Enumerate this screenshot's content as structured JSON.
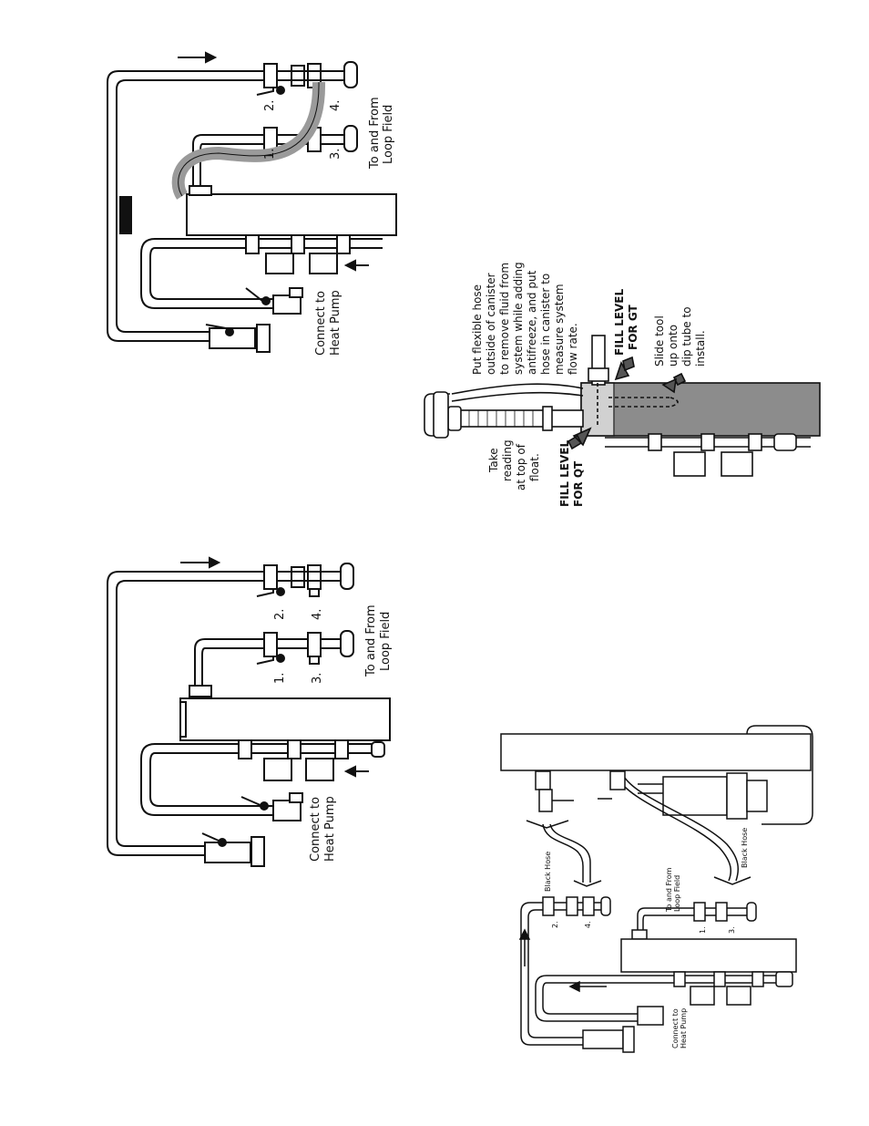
{
  "figures": {
    "top": {
      "labels": {
        "valve2": "2.",
        "valve4": "4.",
        "valve1": "1.",
        "valve3": "3.",
        "loop_field_l1": "To and From",
        "loop_field_l2": "Loop Field",
        "heat_pump_l1": "Connect to",
        "heat_pump_l2": "Heat Pump"
      }
    },
    "middle": {
      "labels": {
        "valve2": "2.",
        "valve4": "4.",
        "valve1": "1.",
        "valve3": "3.",
        "loop_field_l1": "To and From",
        "loop_field_l2": "Loop Field",
        "heat_pump_l1": "Connect to",
        "heat_pump_l2": "Heat Pump"
      }
    },
    "canister": {
      "labels": {
        "hose_note": [
          "Put flexible hose",
          "outside of canister",
          "to remove fluid from",
          "system while adding",
          "antifreeze, and put",
          "hose in canister to",
          "measure system",
          "flow rate."
        ],
        "fill_gt": [
          "FILL LEVEL",
          "FOR GT"
        ],
        "fill_qt": [
          "FILL LEVEL",
          "FOR QT"
        ],
        "reading_note": [
          "Take",
          "reading",
          "at top of",
          "float."
        ],
        "slide_note": [
          "Slide tool",
          "up onto",
          "dip tube to",
          "install."
        ]
      }
    },
    "bottom": {
      "labels": {
        "black_hose_1": "Black Hose",
        "black_hose_2": "Black Hose",
        "loop_field_l1": "To and From",
        "loop_field_l2": "Loop Field",
        "valve2": "2.",
        "valve4": "4.",
        "valve1": "1.",
        "valve3": "3.",
        "heat_pump_l1": "Connect to",
        "heat_pump_l2": "Heat Pump"
      }
    }
  },
  "colors": {
    "line": "#111111",
    "hose_fill": "#9a9a9a",
    "canister_fill": "#8c8c8c",
    "arrow_fill": "#555555"
  }
}
